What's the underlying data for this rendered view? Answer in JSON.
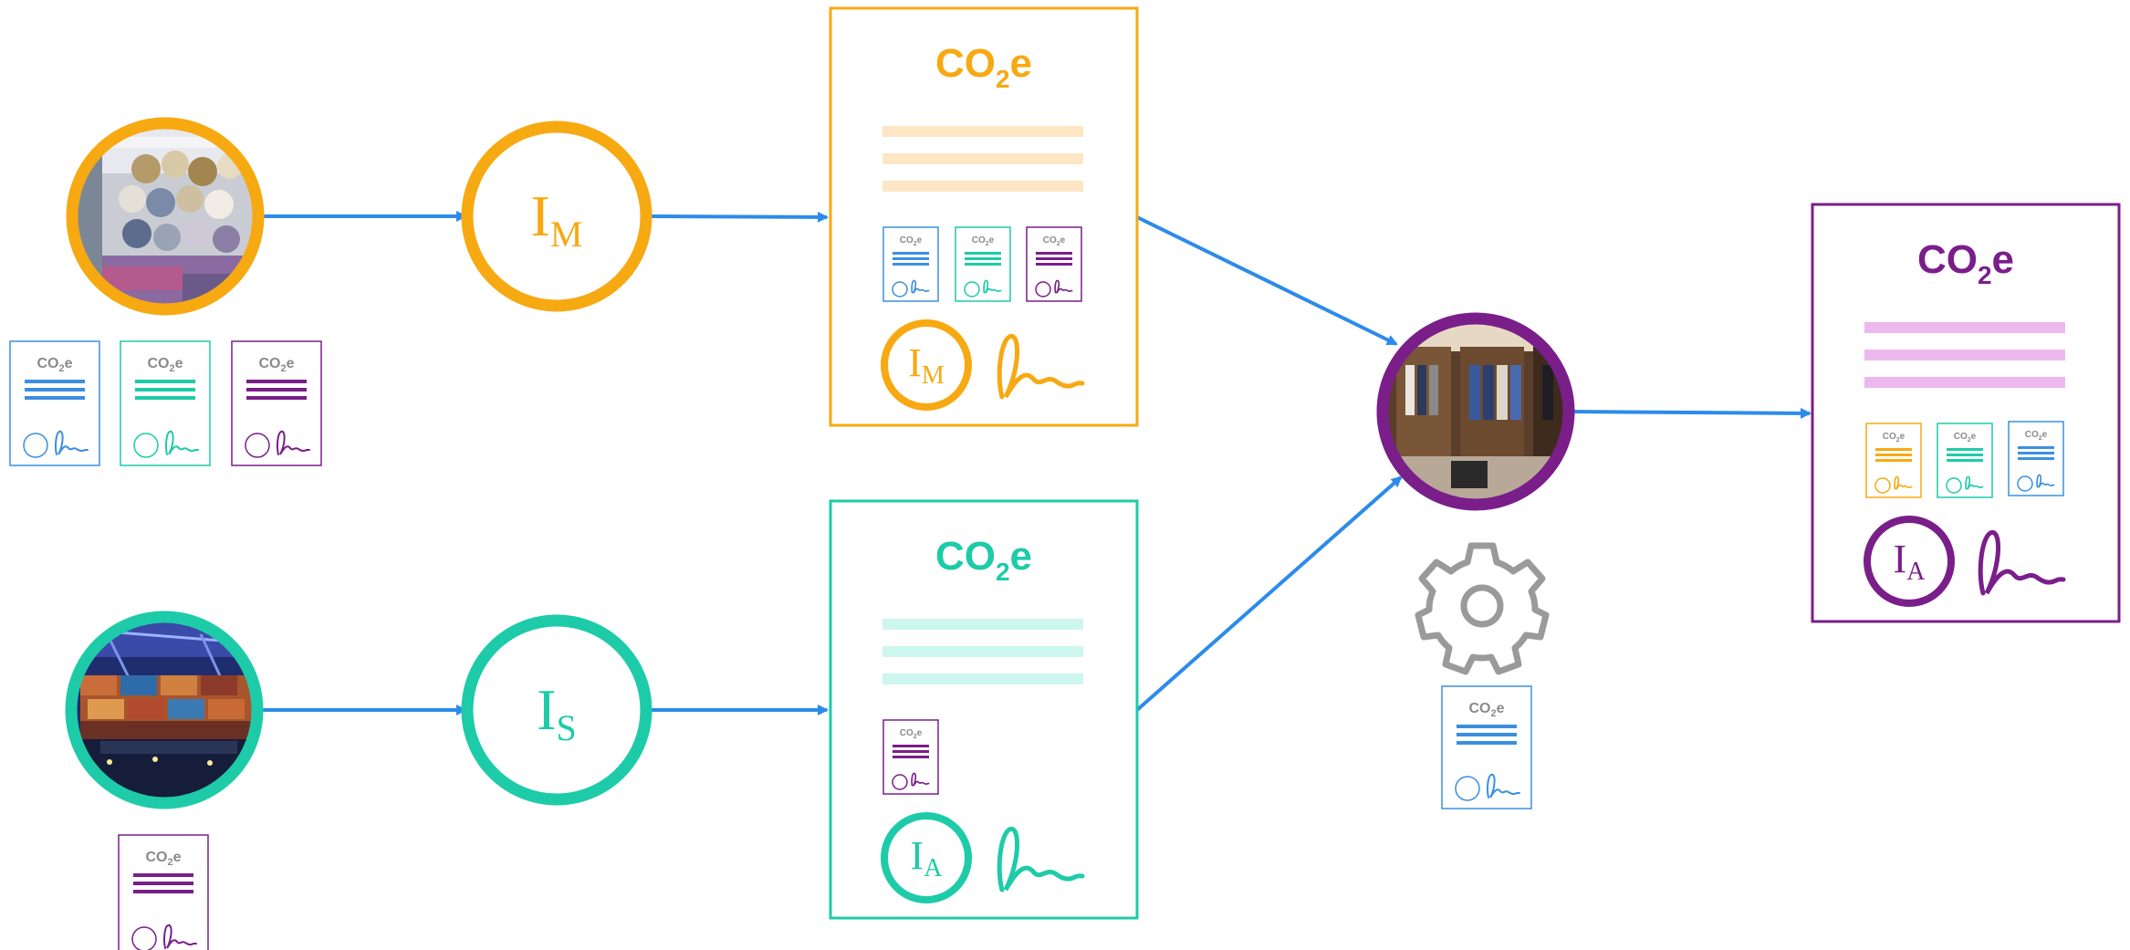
{
  "co2e": {
    "main": "CO",
    "sub": "2",
    "tail": "e"
  },
  "issuers": {
    "manufacturer": {
      "letter": "I",
      "sub": "M"
    },
    "shipping": {
      "letter": "I",
      "sub": "S"
    },
    "aggregator": {
      "letter": "I",
      "sub": "A"
    }
  },
  "icons": {
    "factory": "fabric-rolls-photo",
    "ship": "container-ship-photo",
    "store": "clothing-store-photo",
    "process": "gear-icon",
    "signature": "signature-icon",
    "seal": "issuer-seal-icon"
  },
  "colors": {
    "orange": "#F7A912",
    "teal": "#1DCBA8",
    "purple": "#7A1E8A",
    "blue": "#3B8FE0",
    "arrow": "#2C8BEA",
    "gear": "#9A9A9A",
    "orange_lines": "#FCE6C4",
    "teal_lines": "#CDF6EE",
    "purple_lines": "#EDB8EE"
  }
}
